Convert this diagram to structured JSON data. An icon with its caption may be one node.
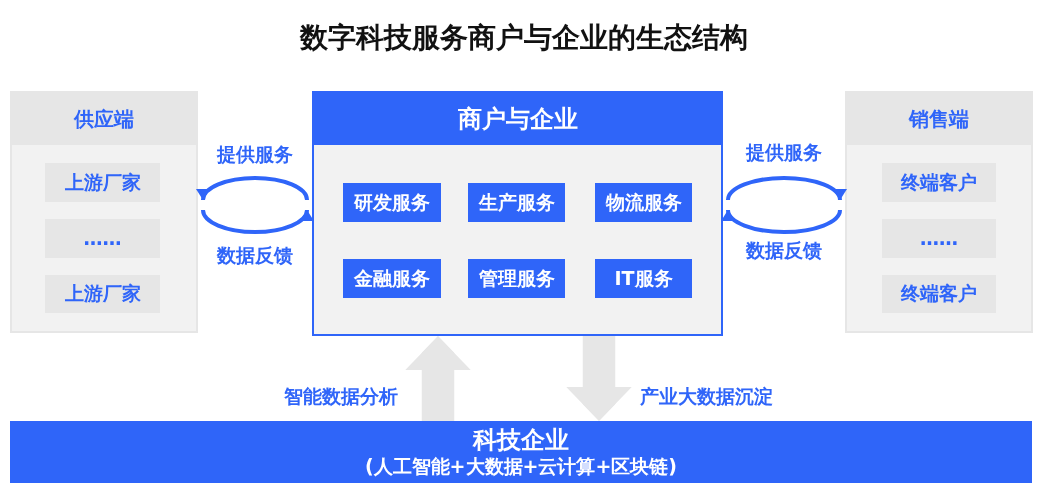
{
  "diagram": {
    "title": "数字科技服务商户与企业的生态结构",
    "nodes": [
      {
        "text": [
          "供应端"
        ]
      },
      {
        "text": [
          "上游厂家"
        ],
        "in": 0
      },
      {
        "text": [
          "……"
        ],
        "in": 0
      },
      {
        "text": [
          "上游厂家"
        ],
        "in": 0
      },
      {
        "text": [
          "商户与企业"
        ]
      },
      {
        "text": [
          "研发服务"
        ],
        "in": 4
      },
      {
        "text": [
          "生产服务"
        ],
        "in": 4
      },
      {
        "text": [
          "物流服务"
        ],
        "in": 4
      },
      {
        "text": [
          "金融服务"
        ],
        "in": 4
      },
      {
        "text": [
          "管理服务"
        ],
        "in": 4
      },
      {
        "text": [
          "IT服务"
        ],
        "in": 4
      },
      {
        "text": [
          "销售端"
        ]
      },
      {
        "text": [
          "终端客户"
        ],
        "in": 11
      },
      {
        "text": [
          "……"
        ],
        "in": 11
      },
      {
        "text": [
          "终端客户"
        ],
        "in": 11
      },
      {
        "text": [
          "科技企业",
          "(人工智能+大数据+云计算+区块链)"
        ]
      }
    ],
    "edges": [
      {
        "from": 4,
        "to": 0,
        "arrow": "to",
        "label": "提供服务"
      },
      {
        "from": 0,
        "to": 4,
        "arrow": "to",
        "label": "数据反馈"
      },
      {
        "from": 4,
        "to": 11,
        "arrow": "to",
        "label": "提供服务"
      },
      {
        "from": 11,
        "to": 4,
        "arrow": "to",
        "label": "数据反馈"
      },
      {
        "from": 15,
        "to": 4,
        "arrow": "to",
        "label": "智能数据分析",
        "style": "thick",
        "color": "#e6e6e6"
      },
      {
        "from": 4,
        "to": 15,
        "arrow": "to",
        "label": "产业大数据沉淀",
        "style": "thick",
        "color": "#e6e6e6"
      }
    ]
  }
}
